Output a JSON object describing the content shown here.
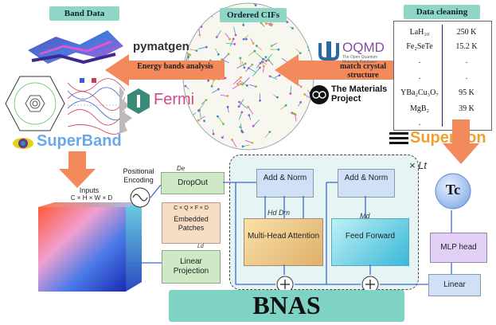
{
  "panels": {
    "band_data": "Band Data",
    "ordered_cifs": "Ordered CIFs",
    "data_cleaning": "Data cleaning"
  },
  "logos": {
    "pymatgen": "pymatgen",
    "oqmd": "OQMD",
    "oqmd_sub": "The Open Quantum Materials Database",
    "materials_project": "The Materials Project",
    "fermi": "Fermi",
    "superband": "SuperBand",
    "supercon": "SuperCon"
  },
  "arrows": {
    "energy_bands": "Energy bands analysis",
    "match_crystal": "match crystal structure"
  },
  "table": {
    "rows": [
      {
        "formula": "LaH₁₀",
        "tc": "250 K"
      },
      {
        "formula": "Fe₂SeTe",
        "tc": "15.2 K"
      },
      {
        "formula": ".",
        "tc": "."
      },
      {
        "formula": ".",
        "tc": "."
      },
      {
        "formula": "YBa₂Cu₃O₇",
        "tc": "95 K"
      },
      {
        "formula": "MgB₂",
        "tc": "39 K"
      },
      {
        "formula": ".",
        "tc": "."
      }
    ]
  },
  "model": {
    "inputs": "Inputs",
    "inputs_dims": "C × H × W × D",
    "positional_encoding": "Positional Encoding",
    "dropout": "DropOut",
    "de": "De",
    "embedded_patches": "Embedded Patches",
    "cqfd": "C × Q × F × D",
    "linear_projection": "Linear Projection",
    "ld": "Ld",
    "add_norm_1": "Add & Norm",
    "add_norm_2": "Add & Norm",
    "hd_dm": "Hd  Dm",
    "mha": "Multi-Head Attention",
    "md": "Md",
    "ffn": "Feed Forward",
    "times_lt": "× Lt",
    "mlp_head": "MLP head",
    "linear": "Linear",
    "tc": "Tc",
    "bnas": "BNAS"
  },
  "colors": {
    "tag_teal": "#8fd6c7",
    "arrow_orange": "#f28a5c",
    "box_blue": "#cfe0f7",
    "box_green": "#cfe9c6",
    "box_peach": "#f7dcc4",
    "bnas_teal": "#7fd3c4"
  }
}
